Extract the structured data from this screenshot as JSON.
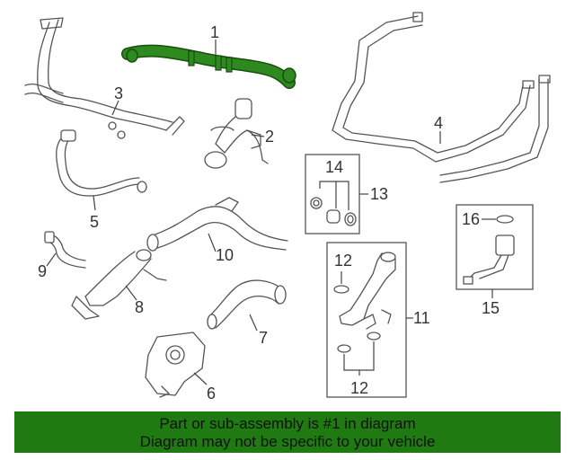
{
  "colors": {
    "highlight_part": "#2e8a1e",
    "banner_background": "#1f7a12",
    "line_art": "#555555"
  },
  "callouts": {
    "c1": "1",
    "c2": "2",
    "c3": "3",
    "c4": "4",
    "c5": "5",
    "c6": "6",
    "c7": "7",
    "c8": "8",
    "c9": "9",
    "c10": "10",
    "c11": "11",
    "c12a": "12",
    "c12b": "12",
    "c13": "13",
    "c14": "14",
    "c15": "15",
    "c16": "16"
  },
  "banner": {
    "line1": "Part or sub-assembly is #1 in diagram",
    "line2": "Diagram may not be specific to your vehicle"
  }
}
